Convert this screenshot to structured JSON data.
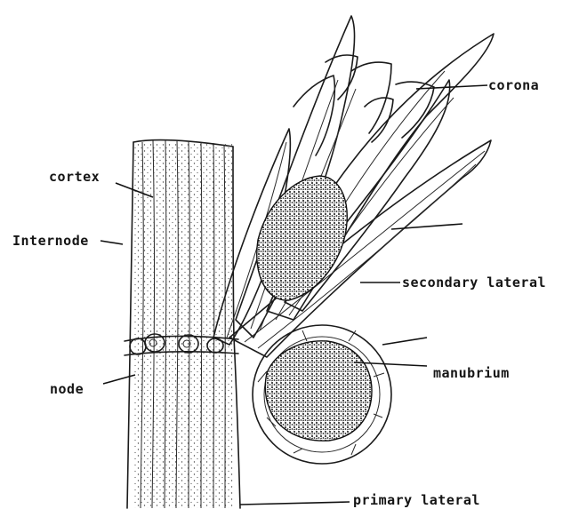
{
  "labels": {
    "corona": "corona",
    "cortex": "cortex",
    "internode": "Internode",
    "secondary_lateral": "secondary lateral",
    "node": "node",
    "manubrium": "manubrium",
    "primary_lateral": "primary lateral"
  }
}
